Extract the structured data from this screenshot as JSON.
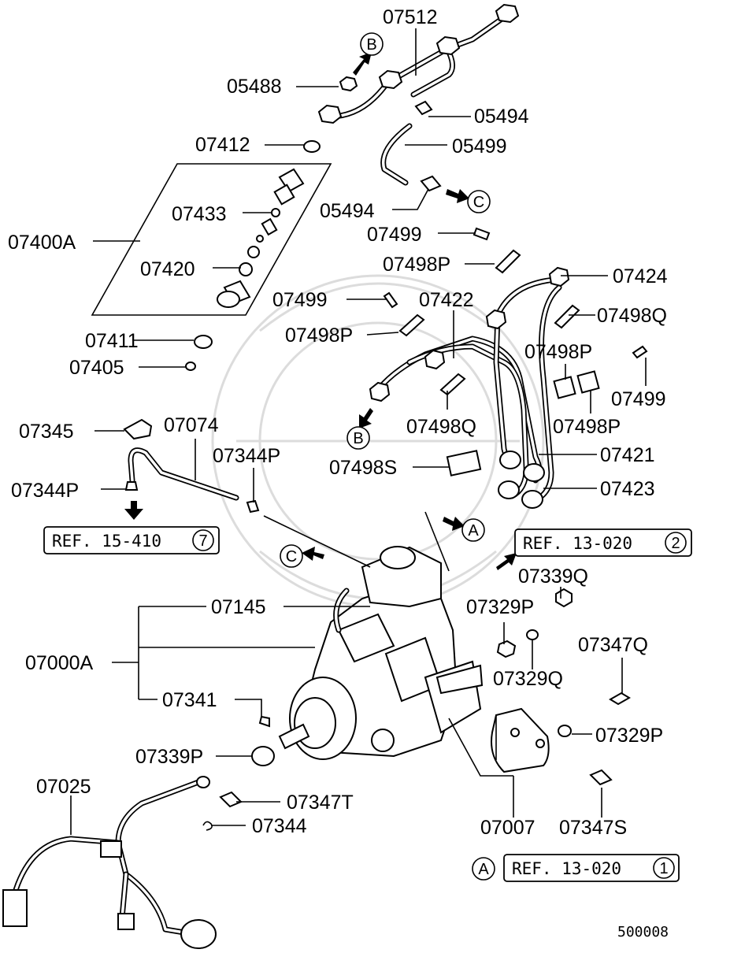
{
  "part_labels": {
    "p07512": "07512",
    "p05488": "05488",
    "p05494a": "05494",
    "p07412": "07412",
    "p05499": "05499",
    "p07433": "07433",
    "p05494b": "05494",
    "p07400A": "07400A",
    "p07499a": "07499",
    "p07420": "07420",
    "p07498Pa": "07498P",
    "p07424": "07424",
    "p07499b": "07499",
    "p07422": "07422",
    "p07498Q": "07498Q",
    "p07411": "07411",
    "p07498Pb": "07498P",
    "p07405": "07405",
    "p07498Pc": "07498P",
    "p07499c": "07499",
    "p07345": "07345",
    "p07074": "07074",
    "p07498Qb": "07498Q",
    "p07498Pd": "07498P",
    "p07344Pa": "07344P",
    "p07421": "07421",
    "p07498S": "07498S",
    "p07344Pb": "07344P",
    "p07423": "07423",
    "p07339Q": "07339Q",
    "p07145": "07145",
    "p07329Pa": "07329P",
    "p07347Q": "07347Q",
    "p07000A": "07000A",
    "p07329Q": "07329Q",
    "p07341": "07341",
    "p07329Pb": "07329P",
    "p07339P": "07339P",
    "p07025": "07025",
    "p07347T": "07347T",
    "p07344": "07344",
    "p07007": "07007",
    "p07347S": "07347S"
  },
  "references": {
    "ref1": {
      "text": "REF. 15-410",
      "circle": "7"
    },
    "ref2": {
      "text": "REF. 13-020",
      "circle": "2"
    },
    "ref3": {
      "text": "REF. 13-020",
      "circle": "1"
    }
  },
  "callouts": {
    "b_top": "B",
    "c_top": "C",
    "b_mid": "B",
    "a_mid": "A",
    "c_left": "C",
    "a_bottom": "A"
  },
  "figure_code": "500008"
}
